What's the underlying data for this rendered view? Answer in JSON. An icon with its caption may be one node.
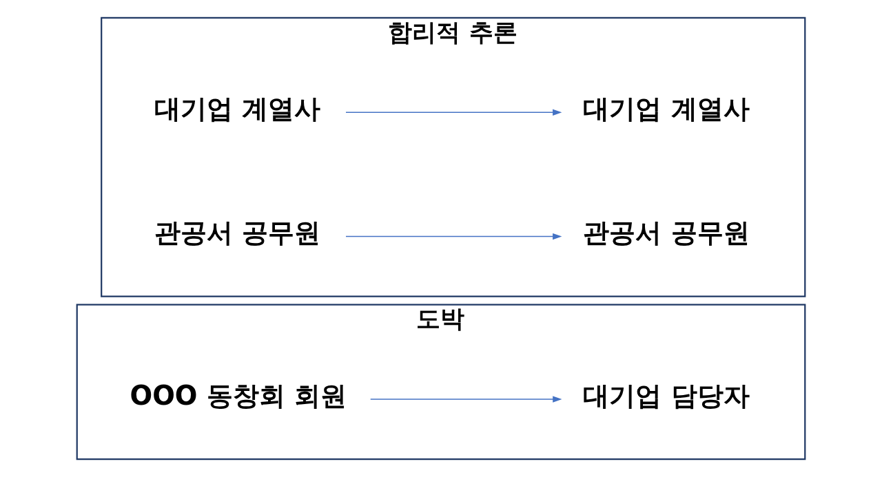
{
  "diagram": {
    "nodes": [
      {
        "text": [
          "합리적 추론"
        ]
      },
      {
        "text": [
          "대기업 계열사"
        ],
        "in": 0
      },
      {
        "text": [
          "대기업 계열사"
        ],
        "in": 0
      },
      {
        "text": [
          "관공서 공무원"
        ],
        "in": 0
      },
      {
        "text": [
          "관공서 공무원"
        ],
        "in": 0
      },
      {
        "text": [
          "도박"
        ]
      },
      {
        "text": [
          "OOO 동창회 회원"
        ],
        "in": 5
      },
      {
        "text": [
          "대기업 담당자"
        ],
        "in": 5
      }
    ],
    "edges": [
      {
        "from": 1,
        "to": 2,
        "arrow": "to"
      },
      {
        "from": 3,
        "to": 4,
        "arrow": "to"
      },
      {
        "from": 6,
        "to": 7,
        "arrow": "to"
      }
    ]
  }
}
